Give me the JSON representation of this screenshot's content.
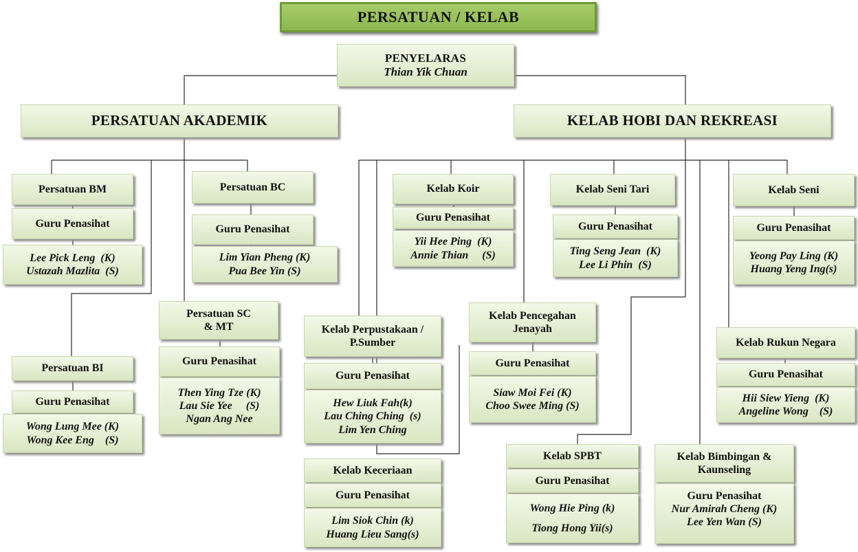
{
  "header": {
    "title": "PERSATUAN / KELAB"
  },
  "coordinator": {
    "title": "PENYELARAS",
    "name": "Thian Yik Chuan"
  },
  "groups": {
    "academic": "PERSATUAN AKADEMIK",
    "hobby": "KELAB HOBI DAN REKREASI"
  },
  "advisor_label": "Guru Penasihat",
  "units": {
    "bm": {
      "name": "Persatuan BM",
      "advisors": [
        "Lee Pick Leng  (K)",
        "Ustazah Mazlita  (S)"
      ]
    },
    "bc": {
      "name": "Persatuan BC",
      "advisors": [
        "Lim Yian Pheng (K)",
        "Pua Bee Yin (S)"
      ]
    },
    "bi": {
      "name": "Persatuan BI",
      "advisors": [
        "Wong Lung Mee (K)",
        "Wong Kee Eng    (S)"
      ]
    },
    "sc": {
      "name_line1": "Persatuan SC",
      "name_line2": "& MT",
      "advisors": [
        "Then Ying Tze (K)",
        "Lau Sie Yee     (S)",
        "Ngan Ang Nee"
      ]
    },
    "koir": {
      "name": "Kelab Koir",
      "advisors": [
        "Yii Hee Ping  (K)",
        "Annie Thian     (S)"
      ]
    },
    "tari": {
      "name": "Kelab Seni Tari",
      "advisors": [
        "Ting Seng Jean  (K)",
        "Lee Li Phin  (S)"
      ]
    },
    "seni": {
      "name": "Kelab Seni",
      "advisors": [
        "Yeong Pay Ling (K)",
        "Huang Yeng Ing(s)"
      ]
    },
    "perpus": {
      "name_line1": "Kelab Perpustakaan /",
      "name_line2": "P.Sumber",
      "advisors": [
        "Hew Liuk Fah(k)",
        "Lau Ching Ching  (s)",
        "Lim Yen Ching"
      ]
    },
    "cegah": {
      "name_line1": "Kelab Pencegahan",
      "name_line2": "Jenayah",
      "advisors": [
        "Siaw Moi Fei (K)",
        "Choo Swee Ming (S)"
      ]
    },
    "rukun": {
      "name": "Kelab Rukun Negara",
      "advisors": [
        "Hii Siew Yieng  (K)",
        "Angeline Wong    (S)"
      ]
    },
    "ceria": {
      "name": "Kelab Keceriaan",
      "advisors": [
        "Lim Siok Chin (k)",
        "Huang Lieu Sang(s)"
      ]
    },
    "spbt": {
      "name": "Kelab SPBT",
      "advisors": [
        "Wong Hie Ping (k)",
        "Tiong Hong Yii(s)"
      ]
    },
    "bimbingan": {
      "name_line1": "Kelab Bimbingan &",
      "name_line2": "Kaunseling",
      "advisors": [
        "Nur Amirah Cheng (K)",
        "Lee Yen Wan (S)"
      ]
    }
  }
}
